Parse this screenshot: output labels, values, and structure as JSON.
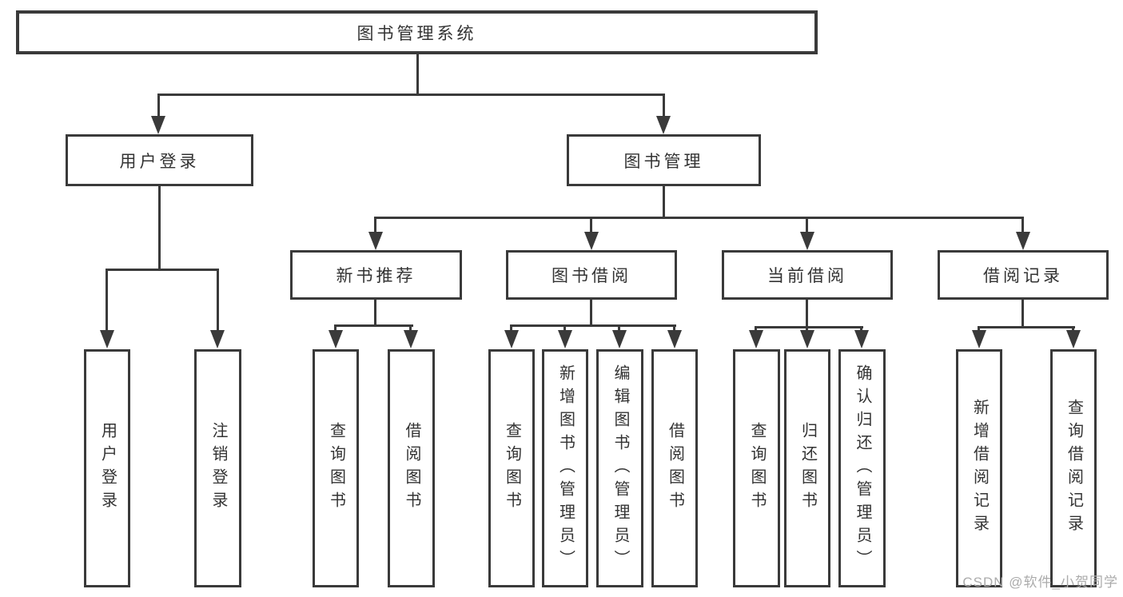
{
  "colors": {
    "background": "#ffffff",
    "line": "#3a3a3a",
    "box_border": "#3a3a3a",
    "text": "#333333",
    "watermark": "#ababab"
  },
  "tree": {
    "root": {
      "label": "图书管理系统"
    },
    "branches": [
      {
        "label": "用户登录",
        "children": [
          {
            "label": "用户登录"
          },
          {
            "label": "注销登录"
          }
        ]
      },
      {
        "label": "图书管理",
        "children": [
          {
            "label": "新书推荐",
            "children": [
              {
                "label": "查询图书"
              },
              {
                "label": "借阅图书"
              }
            ]
          },
          {
            "label": "图书借阅",
            "children": [
              {
                "label": "查询图书"
              },
              {
                "label": "新增图书（管理员）"
              },
              {
                "label": "编辑图书（管理员）"
              },
              {
                "label": "借阅图书"
              }
            ]
          },
          {
            "label": "当前借阅",
            "children": [
              {
                "label": "查询图书"
              },
              {
                "label": "归还图书"
              },
              {
                "label": "确认归还（管理员）"
              }
            ]
          },
          {
            "label": "借阅记录",
            "children": [
              {
                "label": "新增借阅记录"
              },
              {
                "label": "查询借阅记录"
              }
            ]
          }
        ]
      }
    ]
  },
  "watermark": {
    "text": "CSDN @软件_小贺同学"
  }
}
